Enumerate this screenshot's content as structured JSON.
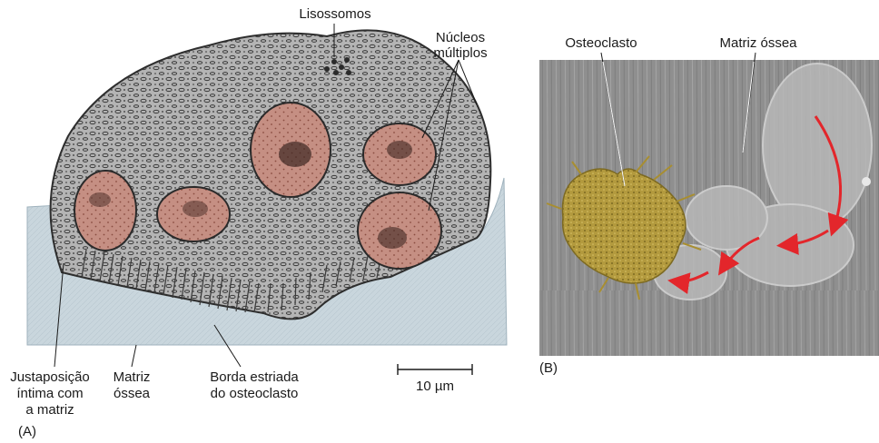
{
  "panel_a": {
    "panel_label": "(A)",
    "labels": {
      "lysosomes": "Lisossomos",
      "nuclei_line1": "Núcleos",
      "nuclei_line2": "múltiplos",
      "contact_line1": "Justaposição",
      "contact_line2": "íntima com",
      "contact_line3": "a matriz",
      "matrix_line1": "Matriz",
      "matrix_line2": "óssea",
      "border_line1": "Borda estriada",
      "border_line2": "do osteoclasto",
      "scale": "10 µm"
    }
  },
  "panel_b": {
    "panel_label": "(B)",
    "labels": {
      "osteoclast": "Osteoclasto",
      "bone_matrix": "Matriz óssea"
    }
  },
  "colors": {
    "bone_matrix": "#c9d6dd",
    "cytoplasm": "#9a9a9a",
    "nucleus": "#c58f83",
    "micrograph_bg": "#8f8f8f",
    "osteoclast_sem": "#b39a3e",
    "arrow": "#e3262b"
  }
}
